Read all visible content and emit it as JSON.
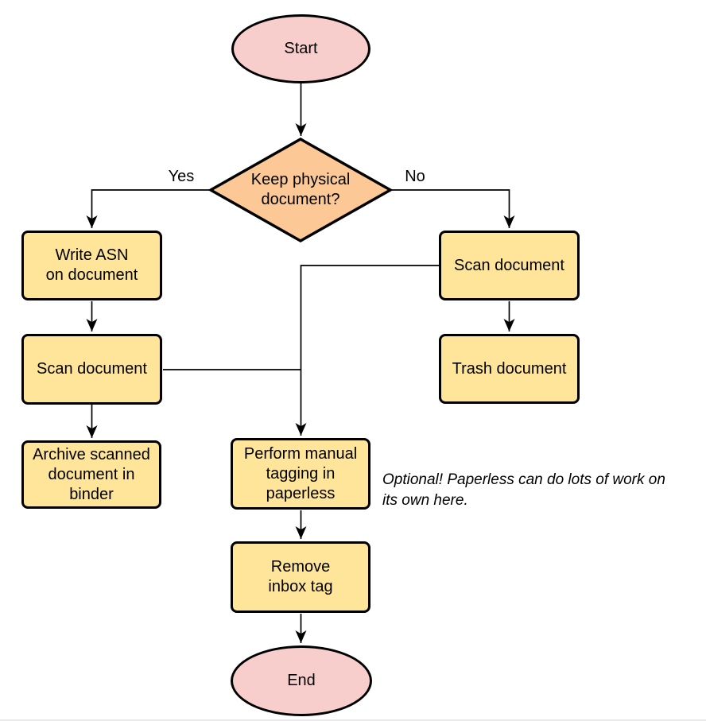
{
  "diagram": {
    "type": "flowchart",
    "background": "#ffffff",
    "nodes": {
      "start": {
        "id": "start",
        "shape": "terminator",
        "label": "Start"
      },
      "decision": {
        "id": "decision",
        "shape": "decision",
        "label": "Keep physical\ndocument?"
      },
      "write_asn": {
        "id": "write_asn",
        "shape": "process",
        "label": "Write ASN\non document"
      },
      "scan_left": {
        "id": "scan_left",
        "shape": "process",
        "label": "Scan document"
      },
      "archive": {
        "id": "archive",
        "shape": "process",
        "label": "Archive scanned\ndocument in\nbinder"
      },
      "scan_right": {
        "id": "scan_right",
        "shape": "process",
        "label": "Scan document"
      },
      "trash": {
        "id": "trash",
        "shape": "process",
        "label": "Trash document"
      },
      "tagging": {
        "id": "tagging",
        "shape": "process",
        "label": "Perform manual\ntagging in\npaperless"
      },
      "remove_inbox": {
        "id": "remove_inbox",
        "shape": "process",
        "label": "Remove\ninbox tag"
      },
      "end": {
        "id": "end",
        "shape": "terminator",
        "label": "End"
      }
    },
    "edges": [
      {
        "from": "start",
        "to": "decision",
        "label": ""
      },
      {
        "from": "decision",
        "to": "write_asn",
        "label": "Yes"
      },
      {
        "from": "decision",
        "to": "scan_right",
        "label": "No"
      },
      {
        "from": "write_asn",
        "to": "scan_left",
        "label": ""
      },
      {
        "from": "scan_left",
        "to": "archive",
        "label": ""
      },
      {
        "from": "scan_right",
        "to": "trash",
        "label": ""
      },
      {
        "from": "scan_right",
        "to": "tagging",
        "label": ""
      },
      {
        "from": "scan_left",
        "to": "tagging",
        "label": ""
      },
      {
        "from": "tagging",
        "to": "remove_inbox",
        "label": ""
      },
      {
        "from": "remove_inbox",
        "to": "end",
        "label": ""
      }
    ],
    "annotation": "Optional! Paperless can do lots of work on\nits own here.",
    "colors": {
      "terminator_fill": "#F8CECC",
      "decision_fill": "#FBC896",
      "process_fill": "#FFE599",
      "stroke": "#000000",
      "text": "#000000"
    }
  }
}
